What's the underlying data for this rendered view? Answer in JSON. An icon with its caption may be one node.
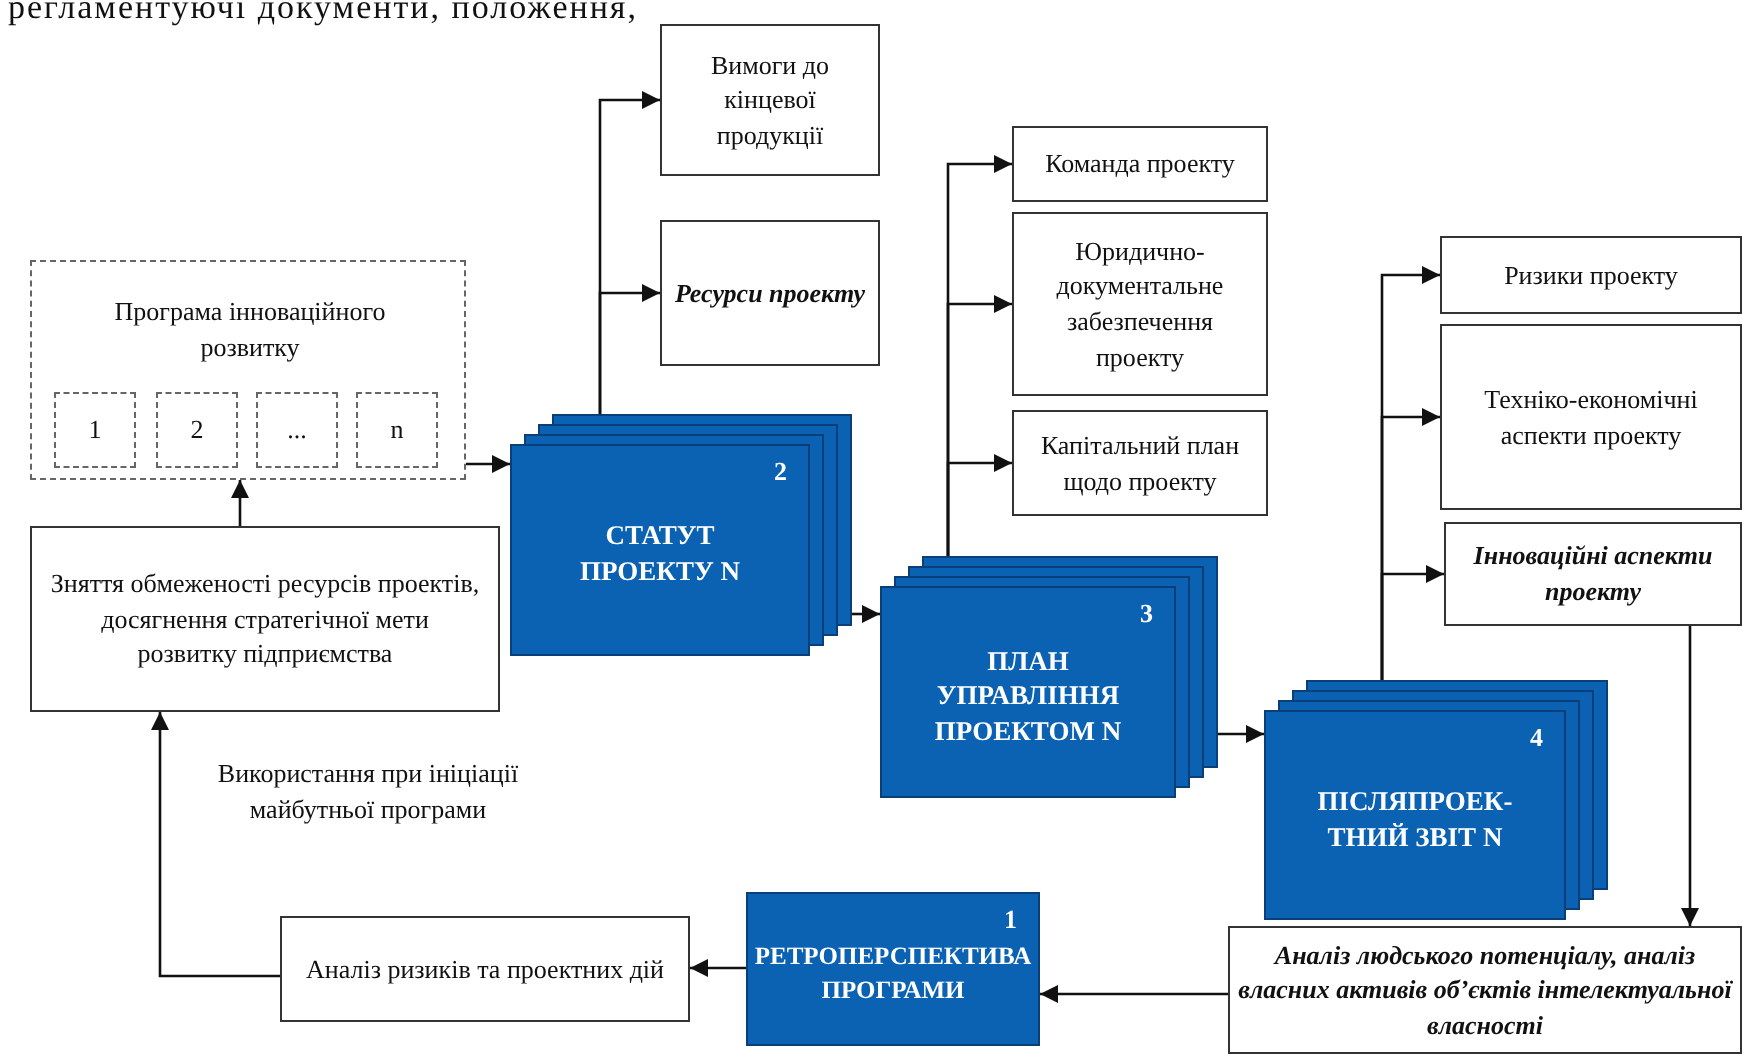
{
  "diagram": {
    "nodes": [
      {
        "text": [
          "Програма інноваційного розвитку"
        ]
      },
      {
        "text": [
          "1"
        ],
        "in": 0
      },
      {
        "text": [
          "2"
        ],
        "in": 0
      },
      {
        "text": [
          "..."
        ],
        "in": 0
      },
      {
        "text": [
          "n"
        ],
        "in": 0
      },
      {
        "text": [
          "Вимоги до кінцевої продукції"
        ]
      },
      {
        "text": [
          "Ресурси проекту"
        ]
      },
      {
        "text": [
          "2",
          "СТАТУТ ПРОЕКТУ N"
        ]
      },
      {
        "text": [
          "Зняття обмеженості ресурсів проектів, досягнення стратегічної мети розвитку підприємства"
        ]
      },
      {
        "text": [
          "Команда проекту"
        ]
      },
      {
        "text": [
          "Юридично-документальне забезпечення проекту"
        ]
      },
      {
        "text": [
          "Капітальний план щодо проекту"
        ]
      },
      {
        "text": [
          "3",
          "ПЛАН УПРАВЛІННЯ ПРОЕКТОМ N"
        ]
      },
      {
        "text": [
          "Ризики проекту"
        ]
      },
      {
        "text": [
          "Техніко-економічні аспекти проекту"
        ]
      },
      {
        "text": [
          "Інноваційні аспекти проекту"
        ]
      },
      {
        "text": [
          "4",
          "ПІСЛЯПРОЕК- ТНИЙ ЗВІТ N"
        ]
      },
      {
        "text": [
          "Аналіз людського потенціалу, аналіз власних активів об’єктів інтелектуальної власності"
        ]
      },
      {
        "text": [
          "1",
          "РЕТРОПЕРСПЕКТИВА ПРОГРАМИ"
        ]
      },
      {
        "text": [
          "Аналіз ризиків та проектних дій"
        ]
      }
    ],
    "edges": [
      {
        "from": 0,
        "to": 7,
        "arrow": "to"
      },
      {
        "from": 7,
        "to": 5,
        "arrow": "to"
      },
      {
        "from": 7,
        "to": 6,
        "arrow": "to"
      },
      {
        "from": 8,
        "to": 0,
        "arrow": "to"
      },
      {
        "from": 7,
        "to": 12,
        "arrow": "to"
      },
      {
        "from": 12,
        "to": 9,
        "arrow": "to"
      },
      {
        "from": 12,
        "to": 10,
        "arrow": "to"
      },
      {
        "from": 12,
        "to": 11,
        "arrow": "to"
      },
      {
        "from": 12,
        "to": 16,
        "arrow": "to"
      },
      {
        "from": 16,
        "to": 13,
        "arrow": "to"
      },
      {
        "from": 16,
        "to": 14,
        "arrow": "to"
      },
      {
        "from": 16,
        "to": 15,
        "arrow": "to"
      },
      {
        "from": 15,
        "to": 17,
        "arrow": "to"
      },
      {
        "from": 17,
        "to": 18,
        "arrow": "to"
      },
      {
        "from": 18,
        "to": 19,
        "arrow": "to"
      },
      {
        "from": 19,
        "to": 8,
        "arrow": "to",
        "label": "Використання при ініціації майбутньої програми"
      }
    ],
    "labels": [
      "регламентуючі документи, положення,"
    ]
  }
}
